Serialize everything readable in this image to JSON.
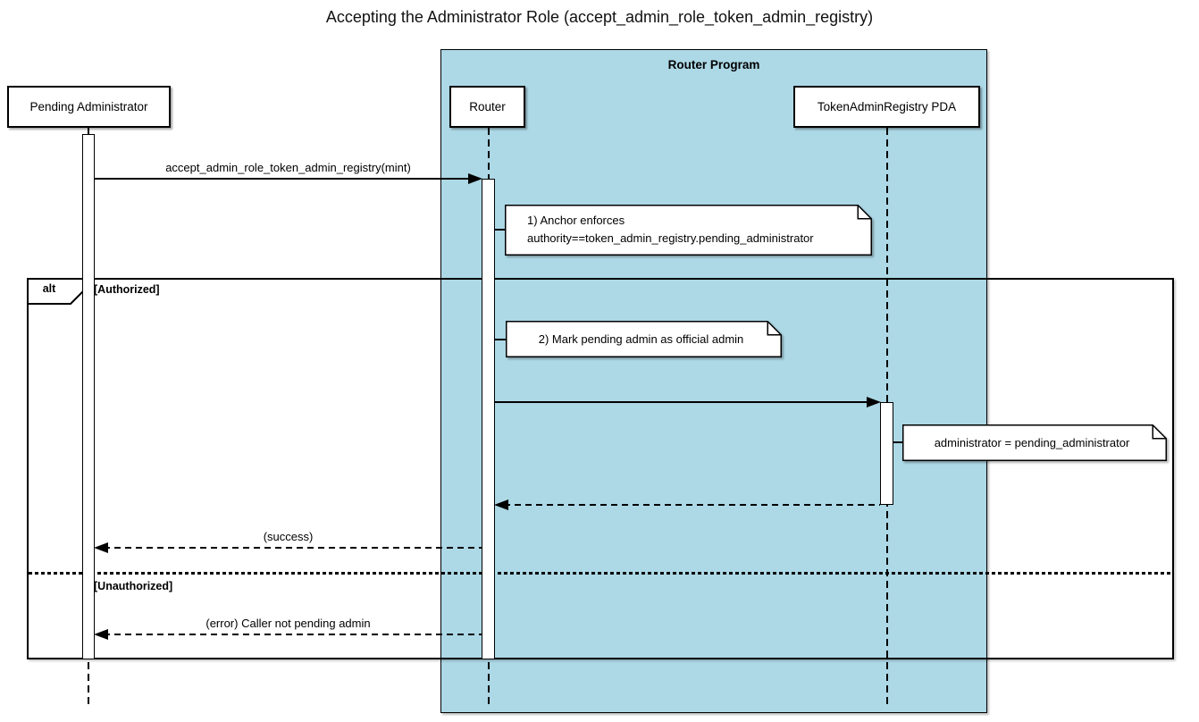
{
  "title": "Accepting the Administrator Role (accept_admin_role_token_admin_registry)",
  "container": {
    "label": "Router Program",
    "fill_color": "#ADD8E6"
  },
  "participants": {
    "pending_admin": "Pending Administrator",
    "router": "Router",
    "registry_pda": "TokenAdminRegistry PDA"
  },
  "messages": {
    "call": "accept_admin_role_token_admin_registry(mint)",
    "success": "(success)",
    "error": "(error) Caller not pending admin"
  },
  "notes": {
    "note1_line1": "1) Anchor enforces",
    "note1_line2": "authority==token_admin_registry.pending_administrator",
    "note2": "2) Mark pending admin as official admin",
    "note3": "administrator = pending_administrator"
  },
  "alt": {
    "label": "alt",
    "authorized": "[Authorized]",
    "unauthorized": "[Unauthorized]"
  },
  "colors": {
    "container_fill": "#ADD8E6",
    "line": "#000000",
    "background": "#FFFFFF"
  }
}
